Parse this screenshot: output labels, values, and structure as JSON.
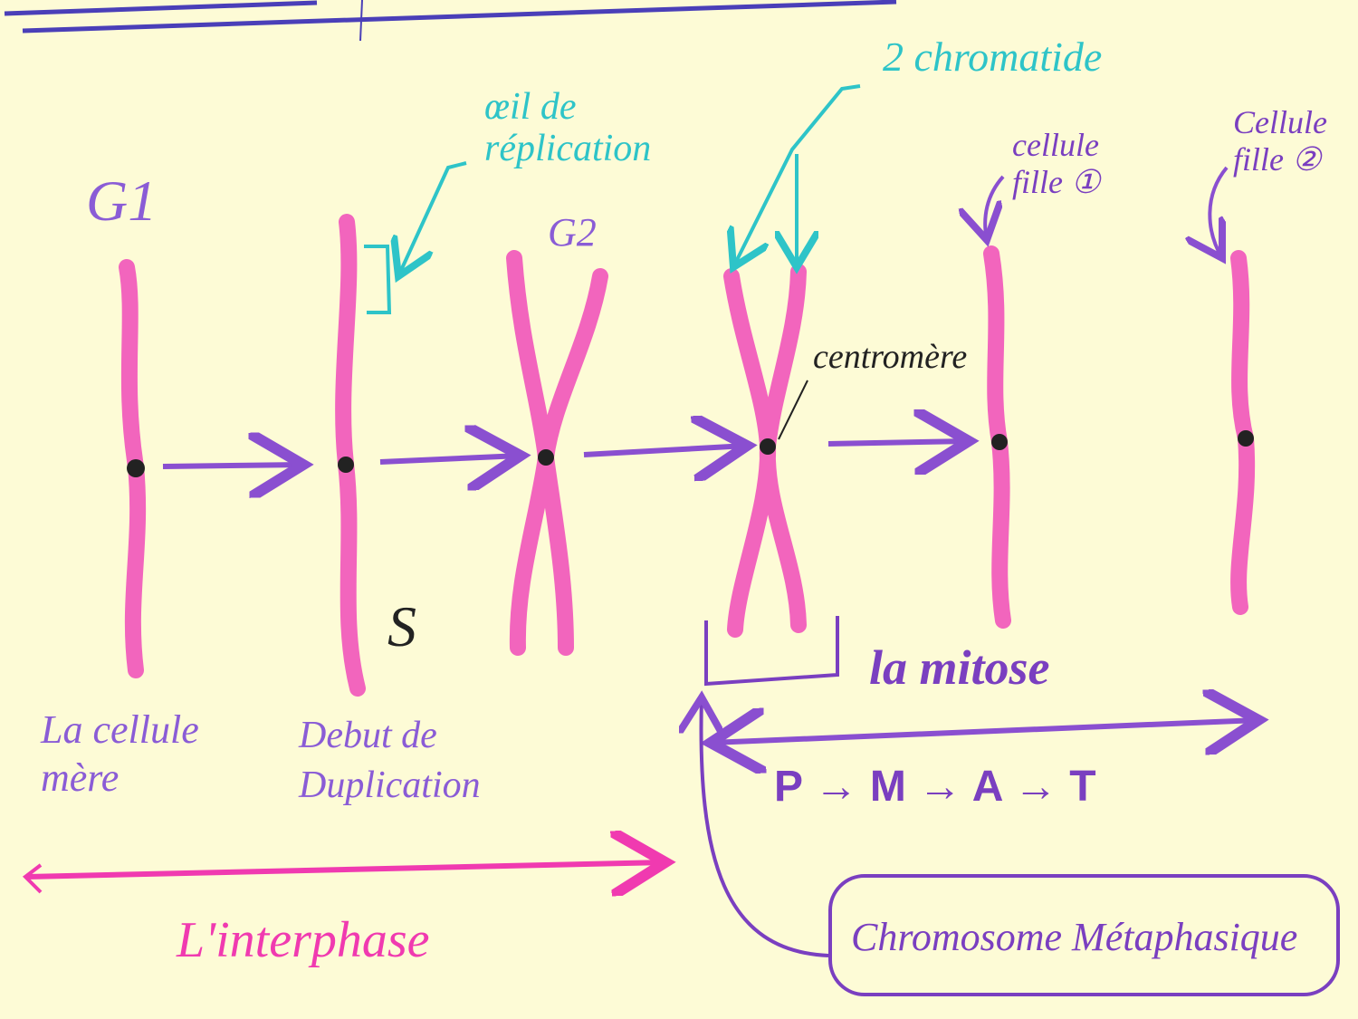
{
  "labels": {
    "g1": "G1",
    "replication_eye": "œil de réplication",
    "g2": "G2",
    "two_chromatids": "2 chromatide",
    "daughter_cell_1": "cellule fille ①",
    "daughter_cell_2": "Cellule fille ②",
    "centromere": "centromère",
    "s_phase": "S",
    "mother_cell": "La cellule mère",
    "duplication_start": "Debut de Duplication",
    "mitosis": "la mitose",
    "mitosis_phases": "P → M → A → T",
    "interphase": "L'interphase",
    "metaphase_chromosome": "Chromosome Métaphasique"
  },
  "colors": {
    "background": "#fdfbd6",
    "chromosome": "#f04ab8",
    "arrow": "#8a4fd0",
    "annotation": "#2ec4c8",
    "header_line": "#4a3fb8"
  }
}
